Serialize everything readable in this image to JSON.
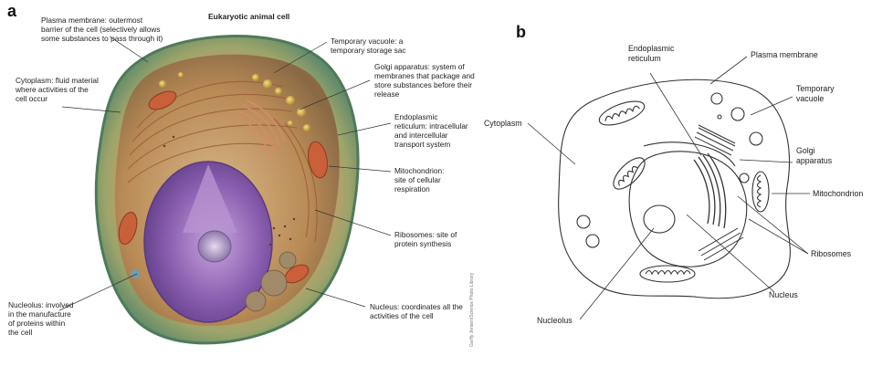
{
  "panel_a": {
    "letter": "a",
    "title": "Eukaryotic animal cell",
    "labels": {
      "plasma_membrane": "Plasma membrane: outermost\nbarrier of the cell (selectively allows\nsome substances to pass through it)",
      "cytoplasm": "Cytoplasm: fluid material\nwhere activities of the\ncell occur",
      "nucleolus": "Nucleolus: involved\nin the manufacture\nof proteins within\nthe cell",
      "temporary_vacuole": "Temporary vacuole: a\ntemporary storage sac",
      "golgi": "Golgi apparatus: system of\nmembranes that package and\nstore substances before their\nrelease",
      "er": "Endoplasmic\nreticulum: intracellular\nand intercellular\ntransport system",
      "mitochondrion": "Mitochondrion:\nsite of cellular\nrespiration",
      "ribosomes": "Ribosomes: site of\nprotein synthesis",
      "nucleus": "Nucleus: coordinates all the\nactivities of the cell"
    },
    "credit": "Garfly Jensen/Science Photo Library"
  },
  "panel_b": {
    "letter": "b",
    "labels": {
      "er": "Endoplasmic\nreticulum",
      "plasma_membrane": "Plasma membrane",
      "temporary_vacuole": "Temporary\nvacuole",
      "cytoplasm": "Cytoplasm",
      "golgi": "Golgi\napparatus",
      "mitochondrion": "Mitochondrion",
      "ribosomes": "Ribosomes",
      "nucleus": "Nucleus",
      "nucleolus": "Nucleolus"
    }
  },
  "colors": {
    "membrane_outer": "#6f8a5a",
    "membrane_mid": "#b7a36a",
    "cytoplasm": "#c8a76a",
    "nucleus": "#8d6bb0",
    "nucleolus": "#b39ac8",
    "mito": "#c9603a",
    "line": "#333333"
  }
}
